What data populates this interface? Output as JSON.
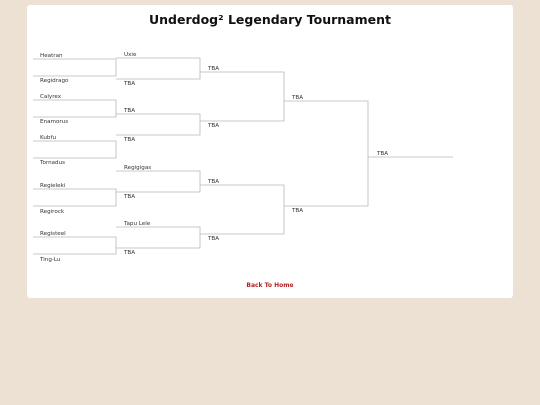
{
  "title": "Underdog² Legendary Tournament",
  "round1": [
    {
      "top": "Heatran",
      "bottom": "Regidrago"
    },
    {
      "top": "Calyrex",
      "bottom": "Enamorus"
    },
    {
      "top": "Kubfu",
      "bottom": "Tornadus"
    },
    {
      "top": "Regieleki",
      "bottom": "Regirock"
    },
    {
      "top": "Registeel",
      "bottom": "Ting-Lu"
    }
  ],
  "round2": [
    "Uxie",
    "TBA",
    "TBA",
    "TBA",
    "Regigigas",
    "TBA",
    "Tapu Lele",
    "TBA"
  ],
  "round3": [
    "TBA",
    "TBA",
    "TBA",
    "TBA"
  ],
  "round4": [
    "TBA",
    "TBA"
  ],
  "final": "TBA",
  "back_link": "Back To Home",
  "colors": {
    "background": "#ece1d2",
    "panel": "#ffffff",
    "line": "#b8b8b8",
    "link": "#b22222"
  }
}
